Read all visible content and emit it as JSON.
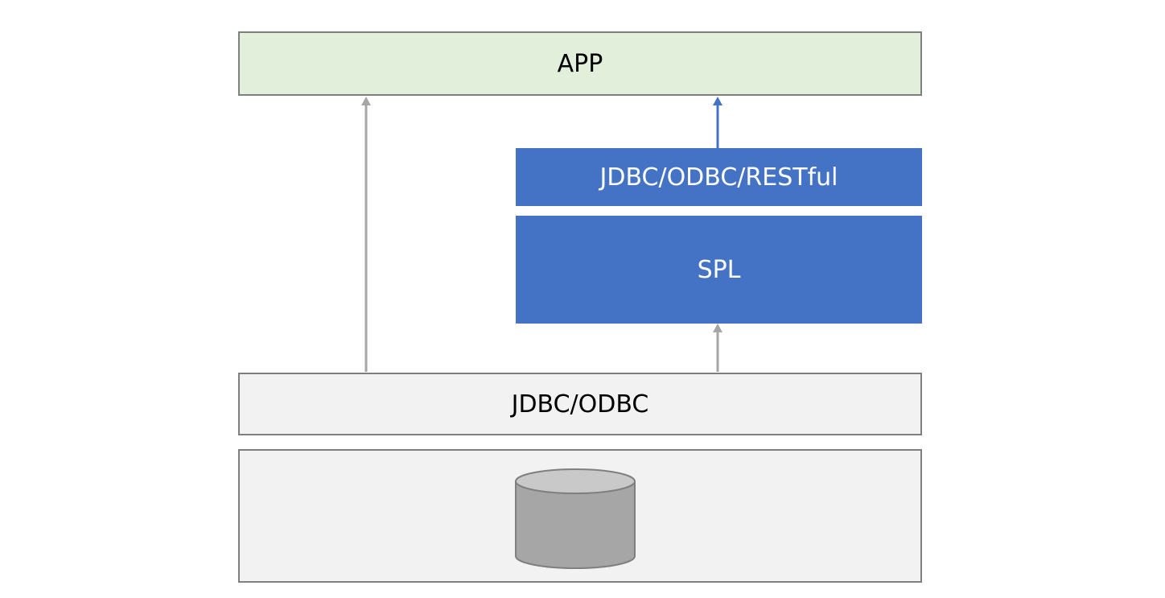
{
  "diagram": {
    "app_label": "APP",
    "api_label": "JDBC/ODBC/RESTful",
    "spl_label": "SPL",
    "jdbc_label": "JDBC/ODBC",
    "database_icon": "database-cylinder-icon"
  },
  "colors": {
    "app_fill": "#e2efda",
    "spl_fill": "#4472c4",
    "grey_fill": "#f2f2f2",
    "border": "#7f7f7f",
    "grey_arrow": "#a6a6a6",
    "blue_arrow": "#4472c4",
    "db_body": "#a6a6a6",
    "db_top": "#c9c9c9"
  }
}
